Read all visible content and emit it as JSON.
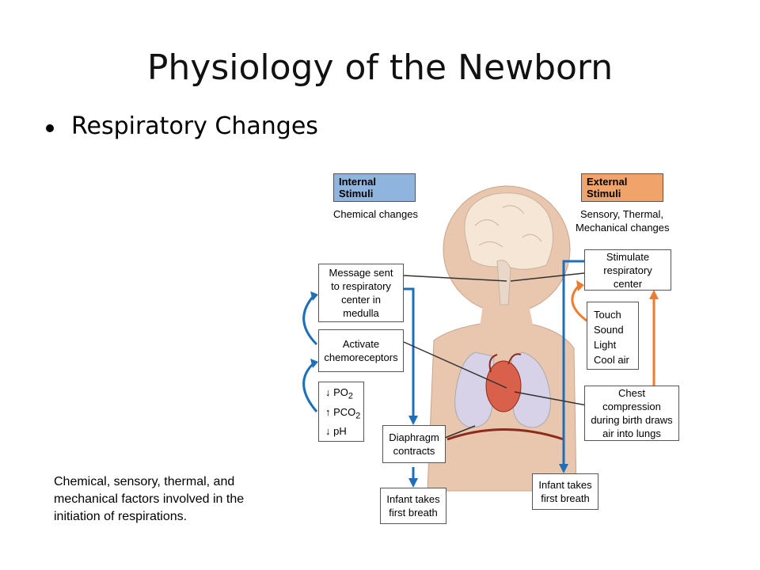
{
  "slide": {
    "title": "Physiology of the Newborn",
    "bullet": "Respiratory Changes"
  },
  "diagram": {
    "internal": {
      "header": "Internal Stimuli",
      "subtitle": "Chemical changes",
      "color": "#8fb4de"
    },
    "external": {
      "header": "External Stimuli",
      "subtitle_line1": "Sensory, Thermal,",
      "subtitle_line2": "Mechanical changes",
      "color": "#f0a36a"
    },
    "boxes": {
      "message_l1": "Message sent",
      "message_l2": "to respiratory",
      "message_l3": "center in medulla",
      "activate_l1": "Activate",
      "activate_l2": "chemoreceptors",
      "po2": "PO",
      "pco2": "PCO",
      "ph": "pH",
      "gas_sub": "2",
      "diaphragm_l1": "Diaphragm",
      "diaphragm_l2": "contracts",
      "first_breath_l1": "Infant takes",
      "first_breath_l2": "first breath",
      "stimulate_l1": "Stimulate",
      "stimulate_l2": "respiratory center",
      "touch": "Touch",
      "sound": "Sound",
      "light": "Light",
      "cool_air": "Cool air",
      "chest_l1": "Chest compression",
      "chest_l2": "during birth draws",
      "chest_l3": "air into lungs"
    },
    "arrow_colors": {
      "internal": "#1f6fb8",
      "external": "#ee7b2e"
    },
    "caption": "Chemical, sensory, thermal, and mechanical factors involved in the initiation of respirations."
  }
}
